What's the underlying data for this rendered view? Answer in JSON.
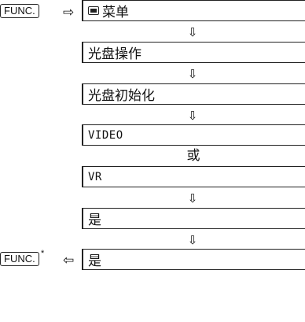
{
  "func_key_start": "FUNC.",
  "func_key_end": "FUNC.",
  "func_key_end_marker": "*",
  "arrow_right": "⇨",
  "arrow_left": "⇦",
  "arrow_down": "⇩",
  "steps": [
    {
      "label": "菜单",
      "icon": "menu-icon"
    },
    {
      "label": "光盘操作"
    },
    {
      "label": "光盘初始化"
    },
    {
      "label": "VIDEO"
    },
    {
      "label": "VR"
    },
    {
      "label": "是"
    },
    {
      "label": "是"
    }
  ],
  "or_label": "或"
}
